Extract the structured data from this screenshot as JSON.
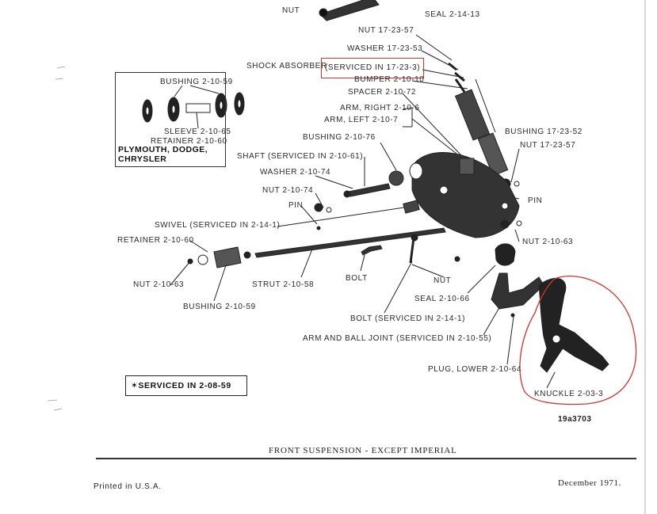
{
  "labels": {
    "nut_top": "NUT",
    "seal_top": "SEAL 2-14-13",
    "nut_17_23_57_a": "NUT 17-23-57",
    "washer_17_23_53": "WASHER 17-23-53",
    "shock_absorber": "SHOCK ABSORBER",
    "shock_serviced": "(SERVICED IN 17-23-3)",
    "bumper": "BUMPER 2-10-10",
    "spacer": "SPACER 2-10-72",
    "arm_right": "ARM, RIGHT 2-10-6",
    "arm_left": "ARM, LEFT 2-10-7",
    "bushing_17_23_52": "BUSHING 17-23-52",
    "nut_17_23_57_b": "NUT 17-23-57",
    "bushing_2_10_76": "BUSHING 2-10-76",
    "shaft": "SHAFT (SERVICED IN 2-10-61)",
    "washer_2_10_74": "WASHER 2-10-74",
    "nut_2_10_74": "NUT 2-10-74",
    "pin_left": "PIN",
    "pin_right": "PIN",
    "swivel": "SWIVEL (SERVICED IN 2-14-1)",
    "retainer_2_10_60": "RETAINER 2-10-60",
    "nut_2_10_63_right": "NUT 2-10-63",
    "nut_2_10_63_left": "NUT 2-10-63",
    "strut": "STRUT 2-10-58",
    "bolt": "BOLT",
    "nut_mid": "NUT",
    "seal_2_10_66": "SEAL 2-10-66",
    "bushing_2_10_59": "BUSHING 2-10-59",
    "bolt_serviced": "BOLT (SERVICED IN 2-14-1)",
    "arm_ball_joint": "ARM AND BALL JOINT (SERVICED IN 2-10-55)",
    "plug_lower": "PLUG, LOWER 2-10-64",
    "knuckle": "KNUCKLE 2-03-3"
  },
  "inset": {
    "bushing": "BUSHING 2-10-59",
    "sleeve": "SLEEVE 2-10-65",
    "retainer": "RETAINER 2-10-60",
    "makes_line1": "PLYMOUTH, DODGE,",
    "makes_line2": "CHRYSLER"
  },
  "serviced_note": "✶SERVICED IN 2-08-59",
  "figure_number": "19a3703",
  "footer": {
    "title": "FRONT SUSPENSION - EXCEPT IMPERIAL",
    "printed": "Printed in U.S.A.",
    "date": "December 1971."
  },
  "colors": {
    "annotation_red": "#d0342c",
    "ink": "#222222"
  }
}
